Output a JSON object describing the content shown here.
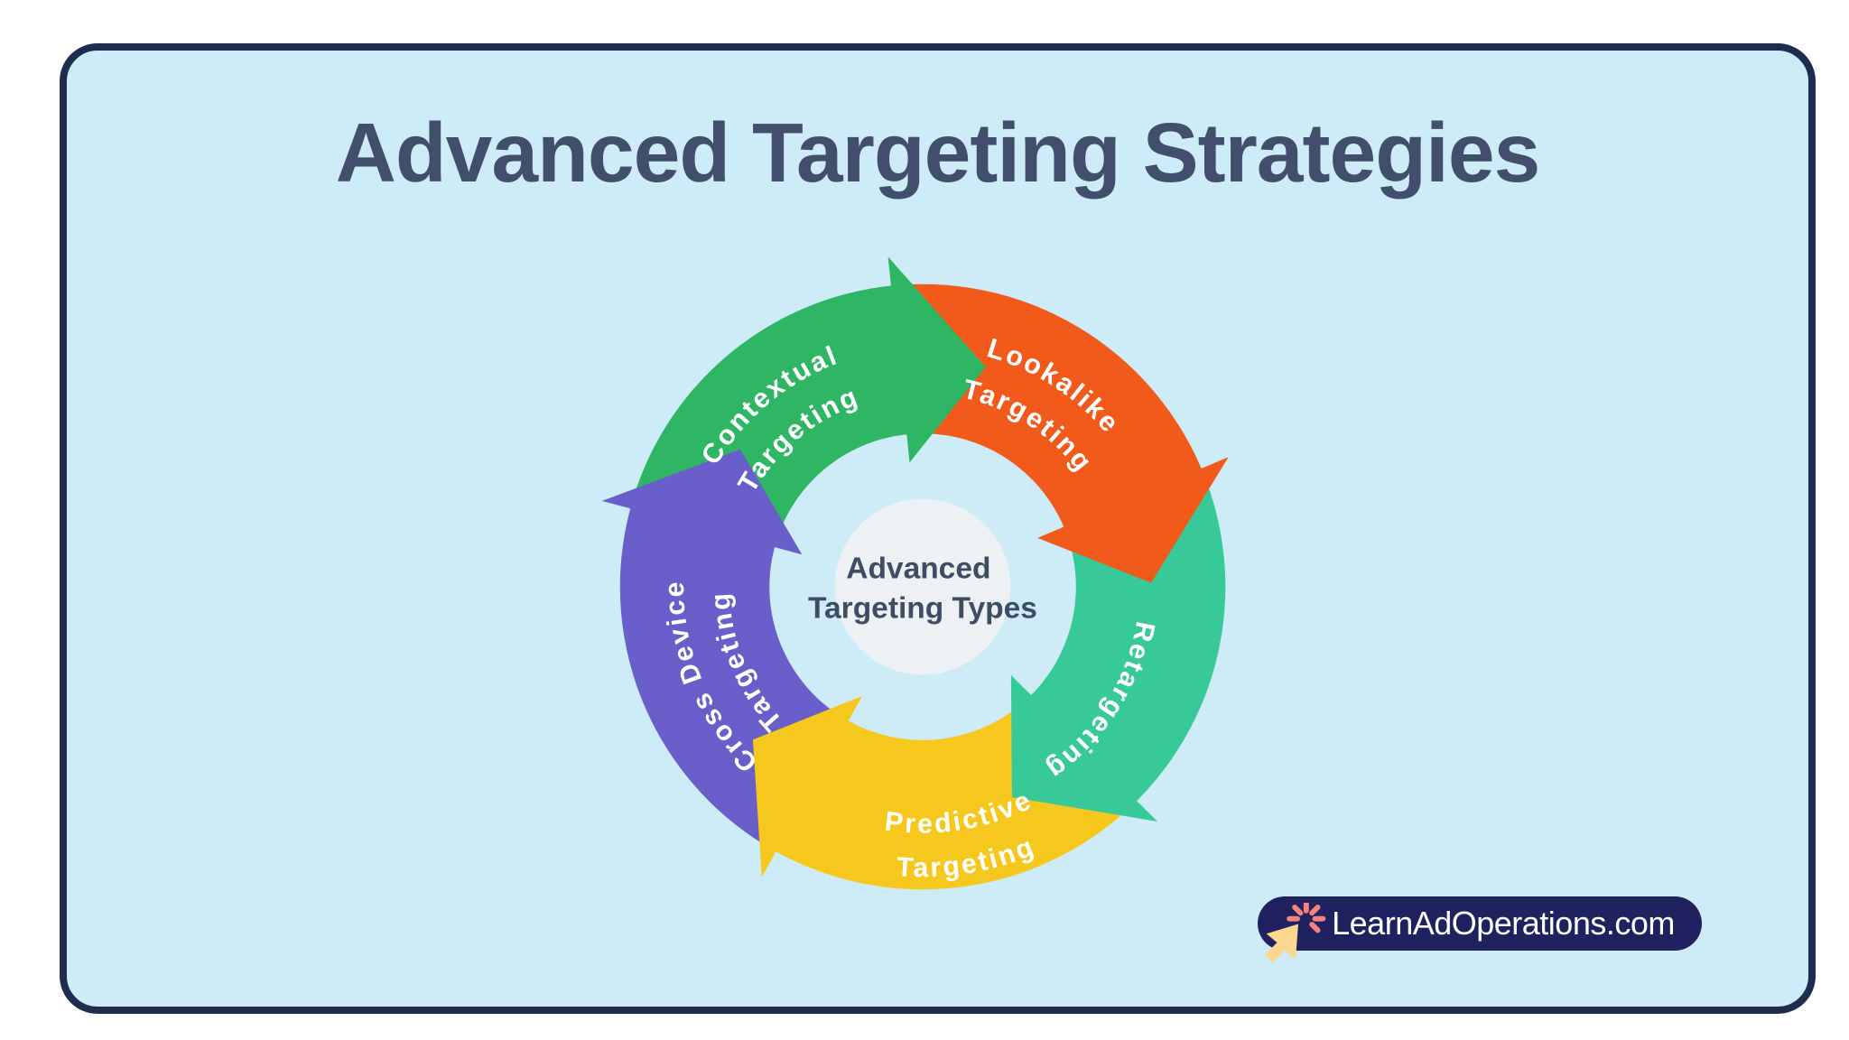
{
  "title": "Advanced Targeting Strategies",
  "diagram": {
    "center_line1": "Advanced",
    "center_line2": "Targeting Types",
    "center_fill": "#eef1f4",
    "segments": [
      {
        "name": "contextual-targeting",
        "label_line1": "Contextual",
        "label_line2": "Targeting",
        "color": "#2fb665"
      },
      {
        "name": "lookalike-targeting",
        "label_line1": "Lookalike",
        "label_line2": "Targeting",
        "color": "#f15a1b"
      },
      {
        "name": "retargeting",
        "label_line1": "Retargeting",
        "label_line2": "",
        "color": "#38c998"
      },
      {
        "name": "predictive-targeting",
        "label_line1": "Predictive",
        "label_line2": "Targeting",
        "color": "#f6c81d"
      },
      {
        "name": "cross-device-targeting",
        "label_line1": "Cross Device",
        "label_line2": "Targeting",
        "color": "#6a5fca"
      }
    ]
  },
  "badge": {
    "label": "LearnAdOperations.com",
    "background": "#20215f",
    "cursor_color": "#fbd78f",
    "rays_color": "#f4827e"
  },
  "colors": {
    "page_background": "#ffffff",
    "card_background": "#cdecf7",
    "card_border": "#1d2c4f",
    "title_text": "#414e6c",
    "center_circle": "#eef1f4",
    "center_text": "#3e4c64",
    "arrow_label_text": "#ffffff"
  }
}
